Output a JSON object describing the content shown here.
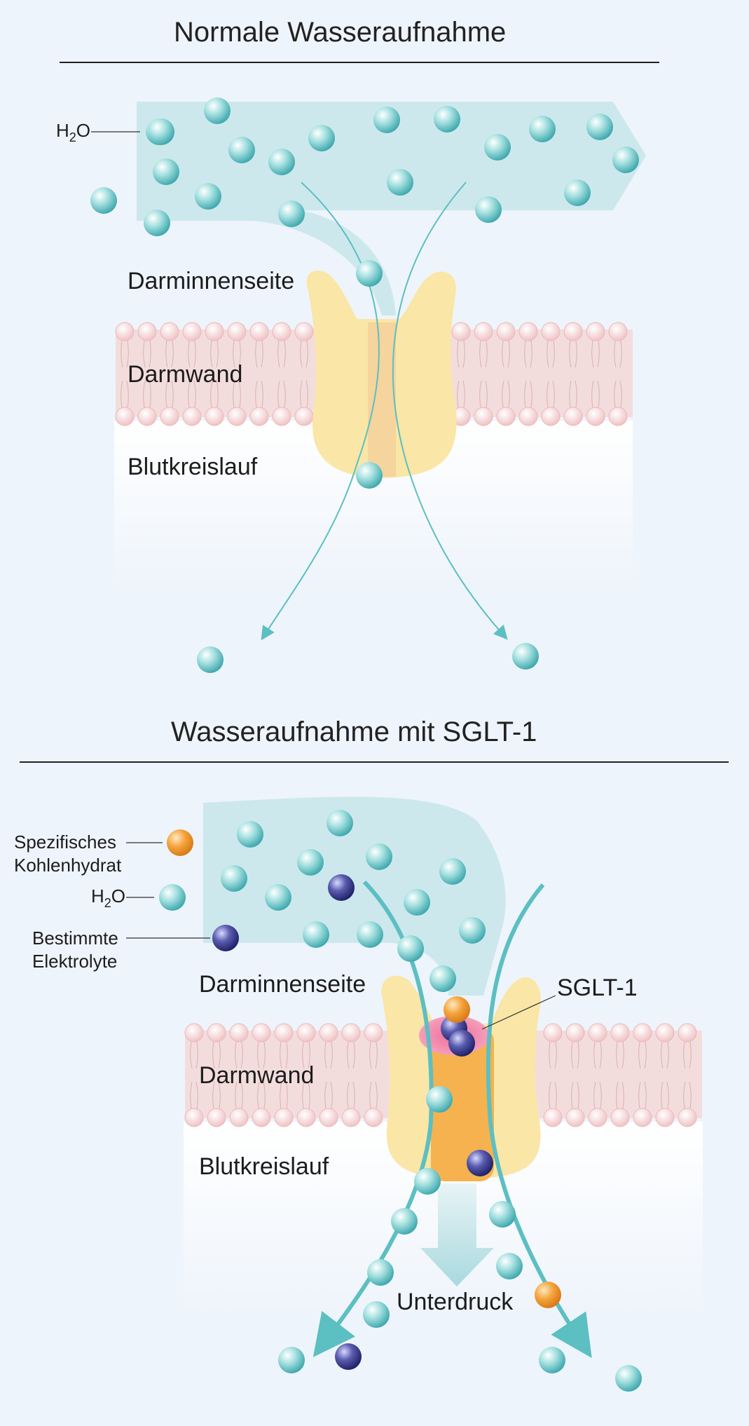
{
  "panel_top": {
    "title": "Normale Wasseraufnahme",
    "legend_water": "H",
    "legend_water_sub": "2",
    "legend_water_end": "O",
    "label_lumen": "Darminnenseite",
    "label_wall": "Darmwand",
    "label_blood": "Blutkreislauf"
  },
  "panel_bottom": {
    "title": "Wasseraufnahme mit SGLT-1",
    "legend_carb_line1": "Spezifisches",
    "legend_carb_line2": "Kohlenhydrat",
    "legend_water": "H",
    "legend_water_sub": "2",
    "legend_water_end": "O",
    "legend_electrolyte_line1": "Bestimmte",
    "legend_electrolyte_line2": "Elektrolyte",
    "label_lumen": "Darminnenseite",
    "label_wall": "Darmwand",
    "label_blood": "Blutkreislauf",
    "label_transporter": "SGLT-1",
    "label_pressure": "Unterdruck"
  },
  "colors": {
    "water": "#6cc9cc",
    "carbohydrate": "#f29a2e",
    "electrolyte": "#3d3f8e",
    "channel_protein": "#fae6a6",
    "sglt_core": "#f5b24f",
    "sglt_site": "#e25a8b",
    "membrane": "#f4dcdc",
    "flow": "#c7e5ea",
    "arrow": "#5cbfc2"
  }
}
